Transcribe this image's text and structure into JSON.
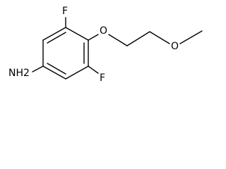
{
  "molecule": {
    "atoms": {
      "f_top": "F",
      "o_ether": "O",
      "o_methoxy": "O",
      "nh2": "NH2",
      "f_bottom": "F"
    }
  }
}
